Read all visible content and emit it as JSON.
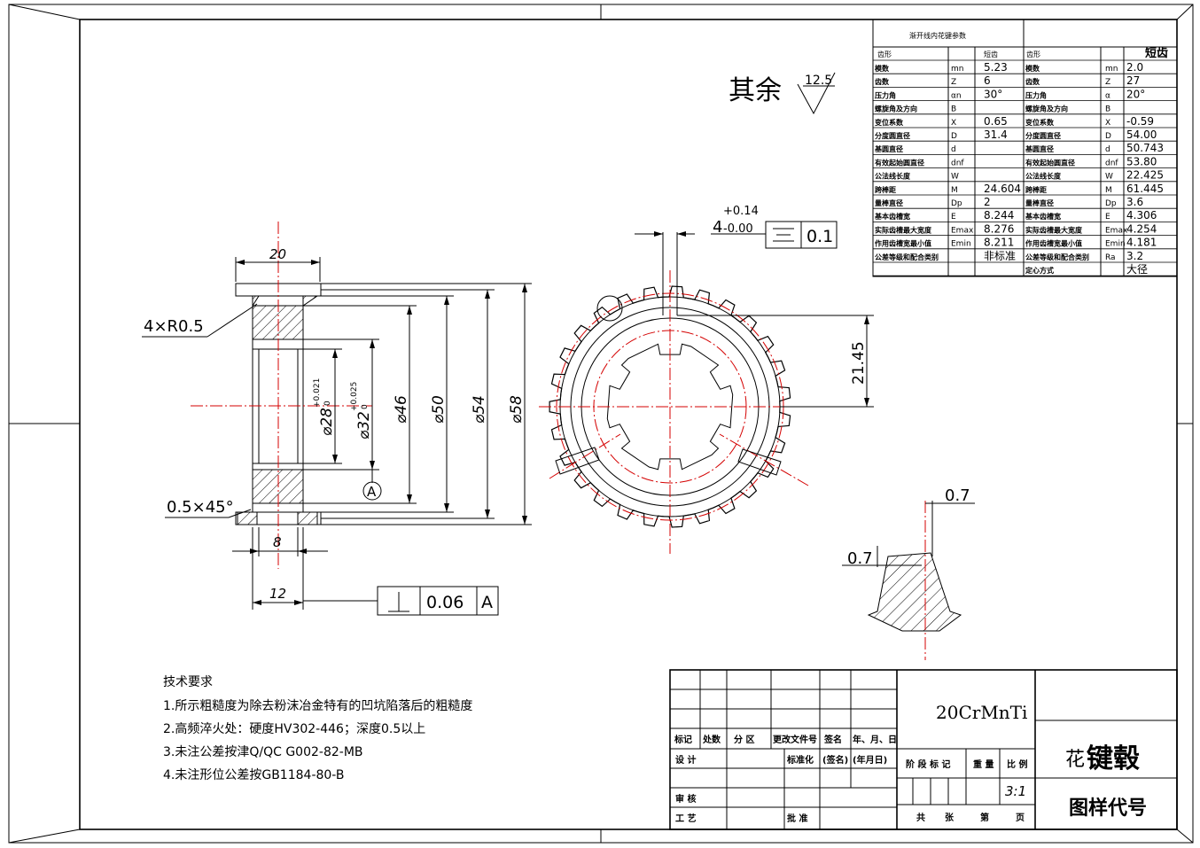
{
  "remaining_roughness": {
    "label": "其余",
    "value": "12.5"
  },
  "section_view": {
    "width_20": "20",
    "radius_note": "4×R0.5",
    "chamfer_note": "0.5×45°",
    "dim_8": "8",
    "dim_12": "12",
    "diameters": [
      {
        "label": "⌀28",
        "tol": "+0.021",
        "tol_low": "0"
      },
      {
        "label": "⌀32",
        "tol": "+0.025",
        "tol_low": "0"
      },
      {
        "label": "⌀46",
        "tol": "",
        "tol_low": ""
      },
      {
        "label": "⌀50",
        "tol": "",
        "tol_low": ""
      },
      {
        "label": "⌀54",
        "tol": "",
        "tol_low": ""
      },
      {
        "label": "⌀58",
        "tol": "",
        "tol_low": ""
      }
    ],
    "datum": "A",
    "perp_tol": {
      "value": "0.06",
      "datum": "A"
    }
  },
  "front_view": {
    "slot_width": "4",
    "slot_tol_up": "+0.14",
    "slot_tol_low": "-0.00",
    "sym_tol": "0.1",
    "dim_2145": "21.45"
  },
  "detail_view": {
    "dim_a": "0.7",
    "dim_b": "0.7"
  },
  "params_table": {
    "title": "渐开线内花键参数",
    "left_header": [
      "齿形",
      "",
      "短齿"
    ],
    "right_header": [
      "齿形",
      "",
      "短齿"
    ],
    "rows": [
      {
        "l_name": "模数",
        "l_sym": "mn",
        "l_val": "5.23",
        "r_name": "模数",
        "r_sym": "mn",
        "r_val": "2.0"
      },
      {
        "l_name": "齿数",
        "l_sym": "Z",
        "l_val": "6",
        "r_name": "齿数",
        "r_sym": "Z",
        "r_val": "27"
      },
      {
        "l_name": "压力角",
        "l_sym": "αn",
        "l_val": "30°",
        "r_name": "压力角",
        "r_sym": "α",
        "r_val": "20°"
      },
      {
        "l_name": "螺旋角及方向",
        "l_sym": "B",
        "l_val": "",
        "r_name": "螺旋角及方向",
        "r_sym": "B",
        "r_val": ""
      },
      {
        "l_name": "变位系数",
        "l_sym": "X",
        "l_val": "0.65",
        "r_name": "变位系数",
        "r_sym": "X",
        "r_val": "-0.59"
      },
      {
        "l_name": "分度圆直径",
        "l_sym": "D",
        "l_val": "31.4",
        "r_name": "分度圆直径",
        "r_sym": "D",
        "r_val": "54.00"
      },
      {
        "l_name": "基圆直径",
        "l_sym": "d",
        "l_val": "",
        "r_name": "基圆直径",
        "r_sym": "d",
        "r_val": "50.743"
      },
      {
        "l_name": "有效起始圆直径",
        "l_sym": "dnf",
        "l_val": "",
        "r_name": "有效起始圆直径",
        "r_sym": "dnf",
        "r_val": "53.80"
      },
      {
        "l_name": "公法线长度",
        "l_sym": "W",
        "l_val": "",
        "r_name": "公法线长度",
        "r_sym": "W",
        "r_val": "22.425"
      },
      {
        "l_name": "跨棒距",
        "l_sym": "M",
        "l_val": "24.604",
        "r_name": "跨棒距",
        "r_sym": "M",
        "r_val": "61.445"
      },
      {
        "l_name": "量棒直径",
        "l_sym": "Dp",
        "l_val": "2",
        "r_name": "量棒直径",
        "r_sym": "Dp",
        "r_val": "3.6"
      },
      {
        "l_name": "基本齿槽宽",
        "l_sym": "E",
        "l_val": "8.244",
        "r_name": "基本齿槽宽",
        "r_sym": "E",
        "r_val": "4.306"
      },
      {
        "l_name": "实际齿槽最大宽度",
        "l_sym": "Emax",
        "l_val": "8.276",
        "r_name": "实际齿槽最大宽度",
        "r_sym": "Emax",
        "r_val": "4.254"
      },
      {
        "l_name": "作用齿槽宽最小值",
        "l_sym": "Emin",
        "l_val": "8.211",
        "r_name": "作用齿槽宽最小值",
        "r_sym": "Emin",
        "r_val": "4.181"
      },
      {
        "l_name": "公差等级和配合类别",
        "l_sym": "",
        "l_val": "非标准",
        "r_name": "公差等级和配合类别",
        "r_sym": "Ra",
        "r_val": "3.2"
      },
      {
        "l_name": "",
        "l_sym": "",
        "l_val": "",
        "r_name": "定心方式",
        "r_sym": "",
        "r_val": "大径"
      }
    ]
  },
  "tech_req": {
    "title": "技术要求",
    "items": [
      "1.所示粗糙度为除去粉沫冶金特有的凹坑陷落后的粗糙度",
      "2.高频淬火处：硬度HV302-446；深度0.5以上",
      "3.未注公差按津Q/QC G002-82-MB",
      "4.未注形位公差按GB1184-80-B"
    ]
  },
  "title_block": {
    "material": "20CrMnTi",
    "part_name_small": "花",
    "part_name": "键毂",
    "drawing_no": "图样代号",
    "scale": "3:1",
    "headers": [
      "标记",
      "处数",
      "分 区",
      "更改文件号",
      "签名",
      "年、月、日"
    ],
    "row_design": [
      "设 计",
      "标准化",
      "(签名)",
      "(年月日)"
    ],
    "row_review": "审 核",
    "row_process": "工 艺",
    "approve": "批 准",
    "stage_labels": [
      "阶 段 标 记",
      "重 量",
      "比 例"
    ],
    "sheet_labels": [
      "共",
      "张",
      "第",
      "页"
    ]
  }
}
